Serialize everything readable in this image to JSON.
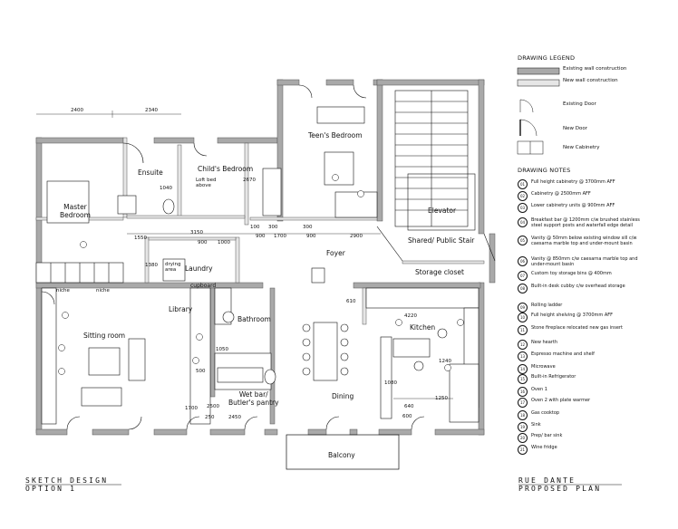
{
  "rooms": {
    "master_bedroom": "Master\nBedroom",
    "ensuite": "Ensuite",
    "childs_bedroom": "Child's Bedroom",
    "loft_bed": "Loft bed\nabove",
    "teens_bedroom": "Teen's Bedroom",
    "elevator": "Elevator",
    "shared_stair": "Shared/ Public Stair",
    "storage_closet": "Storage closet",
    "foyer": "Foyer",
    "laundry": "Laundry",
    "drying_area": "drying\narea",
    "cupboard": "cupboard",
    "library": "Library",
    "sitting_room": "Sitting room",
    "bathroom": "Bathroom",
    "wet_bar": "Wet bar/\nButler's pantry",
    "dining": "Dining",
    "kitchen": "Kitchen",
    "balcony": "Balcony",
    "niche_left": "niche",
    "niche_right": "niche"
  },
  "dimensions": {
    "d2400": "2400",
    "d2340": "2340",
    "d1040": "1040",
    "d3150": "3150",
    "d2670": "2670",
    "d1550": "1550",
    "d900a": "900",
    "d1000": "1000",
    "d1380": "1380",
    "d900b": "900",
    "d1700": "1700",
    "d900c": "900",
    "d2900": "2900",
    "d100": "100",
    "d300a": "300",
    "d300b": "300",
    "d1050": "1050",
    "d610": "610",
    "d4220": "4220",
    "d1250": "1250",
    "d1080": "1080",
    "d640": "640",
    "d600": "600",
    "d1240": "1240",
    "d500": "500",
    "d2450": "2450",
    "d2500": "2500",
    "d1700b": "1700",
    "d250": "250"
  },
  "legend": {
    "title": "DRAWING LEGEND",
    "items": [
      {
        "label": "Existing wall construction",
        "color": "#a9a9a9"
      },
      {
        "label": "New wall construction",
        "color": "#e6e6e6"
      },
      {
        "label": "Existing Door",
        "color": "#111111"
      },
      {
        "label": "New Door",
        "color": "#111111"
      },
      {
        "label": "New Cabinetry",
        "color": "#ffffff"
      }
    ]
  },
  "notes": {
    "title": "DRAWING NOTES",
    "items": [
      {
        "num": "01",
        "text": "Full height cabinetry @ 3700mm AFF"
      },
      {
        "num": "02",
        "text": "Cabinetry @ 2500mm AFF"
      },
      {
        "num": "03",
        "text": "Lower cabinetry units @ 900mm AFF"
      },
      {
        "num": "04",
        "text": "Breakfast bar @ 1200mm c/w brushed stainless steel support posts and waterfall edge detail"
      },
      {
        "num": "05",
        "text": "Vanity @ 50mm below existing window sill c/w caesarna marble top and under-mount basin"
      },
      {
        "num": "06",
        "text": "Vanity @ 850mm c/w caesarna marble top and under-mount basin"
      },
      {
        "num": "07",
        "text": "Custom toy storage bins @ 400mm"
      },
      {
        "num": "08",
        "text": "Built-in desk cubby c/w overhead storage"
      },
      {
        "num": "09",
        "text": "Rolling ladder"
      },
      {
        "num": "10",
        "text": "Full height shelving @ 3700mm AFF"
      },
      {
        "num": "11",
        "text": "Stone fireplace relocated new gas insert"
      },
      {
        "num": "12",
        "text": "New hearth"
      },
      {
        "num": "13",
        "text": "Espresso machine and shelf"
      },
      {
        "num": "14",
        "text": "Microwave"
      },
      {
        "num": "15",
        "text": "Built-in Refrigerator"
      },
      {
        "num": "16",
        "text": "Oven 1"
      },
      {
        "num": "17",
        "text": "Oven 2 with plate warmer"
      },
      {
        "num": "18",
        "text": "Gas cooktop"
      },
      {
        "num": "19",
        "text": "Sink"
      },
      {
        "num": "20",
        "text": "Prep/ bar sink"
      },
      {
        "num": "21",
        "text": "Wine fridge"
      }
    ]
  },
  "footer": {
    "left_line1": "SKETCH DESIGN",
    "left_line2": "OPTION 1",
    "right_line1": "RUE DANTE",
    "right_line2": "PROPOSED PLAN"
  }
}
